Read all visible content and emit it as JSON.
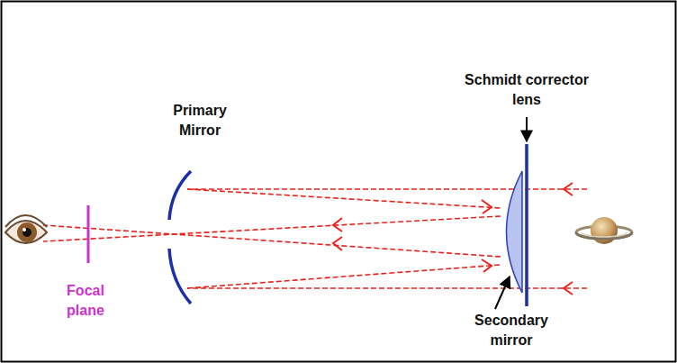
{
  "diagram": {
    "labels": [
      "Schmidt corrector lens",
      "Primary Mirror",
      "Focal plane",
      "Secondary mirror"
    ]
  }
}
